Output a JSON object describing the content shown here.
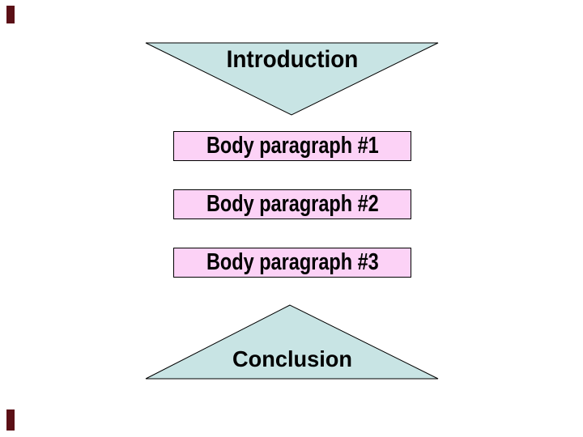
{
  "colors": {
    "background": "#ffffff",
    "triangle_fill": "#c8e4e4",
    "box_fill": "#fcd2f6",
    "outline": "#000000",
    "text": "#000000",
    "accent_mark": "#5b1016"
  },
  "diagram": {
    "introduction": {
      "label": "Introduction"
    },
    "body_paragraphs": [
      {
        "label": "Body paragraph #1"
      },
      {
        "label": "Body paragraph #2"
      },
      {
        "label": "Body paragraph #3"
      }
    ],
    "conclusion": {
      "label": "Conclusion"
    }
  }
}
